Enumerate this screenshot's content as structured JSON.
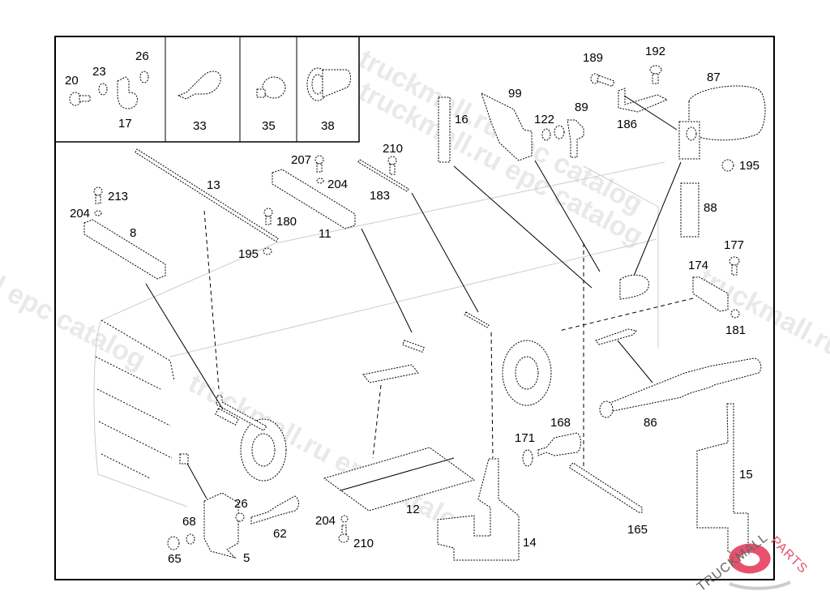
{
  "diagram": {
    "type": "exploded parts diagram",
    "inset_groups": [
      {
        "id": "inset-1",
        "labels": [
          "20",
          "23",
          "26",
          "17"
        ]
      },
      {
        "id": "inset-2",
        "labels": [
          "33"
        ]
      },
      {
        "id": "inset-3",
        "labels": [
          "35"
        ]
      },
      {
        "id": "inset-4",
        "labels": [
          "38"
        ]
      }
    ],
    "callouts": [
      {
        "id": "c20",
        "text": "20"
      },
      {
        "id": "c23",
        "text": "23"
      },
      {
        "id": "c26a",
        "text": "26"
      },
      {
        "id": "c17",
        "text": "17"
      },
      {
        "id": "c33",
        "text": "33"
      },
      {
        "id": "c35",
        "text": "35"
      },
      {
        "id": "c38",
        "text": "38"
      },
      {
        "id": "c13",
        "text": "13"
      },
      {
        "id": "c213",
        "text": "213"
      },
      {
        "id": "c204a",
        "text": "204"
      },
      {
        "id": "c8",
        "text": "8"
      },
      {
        "id": "c195a",
        "text": "195"
      },
      {
        "id": "c180",
        "text": "180"
      },
      {
        "id": "c207",
        "text": "207"
      },
      {
        "id": "c204b",
        "text": "204"
      },
      {
        "id": "c11",
        "text": "11"
      },
      {
        "id": "c210a",
        "text": "210"
      },
      {
        "id": "c183",
        "text": "183"
      },
      {
        "id": "c16",
        "text": "16"
      },
      {
        "id": "c99",
        "text": "99"
      },
      {
        "id": "c122",
        "text": "122"
      },
      {
        "id": "c89",
        "text": "89"
      },
      {
        "id": "c189",
        "text": "189"
      },
      {
        "id": "c192",
        "text": "192"
      },
      {
        "id": "c87",
        "text": "87"
      },
      {
        "id": "c186",
        "text": "186"
      },
      {
        "id": "c195b",
        "text": "195"
      },
      {
        "id": "c88",
        "text": "88"
      },
      {
        "id": "c177",
        "text": "177"
      },
      {
        "id": "c174",
        "text": "174"
      },
      {
        "id": "c181",
        "text": "181"
      },
      {
        "id": "c86",
        "text": "86"
      },
      {
        "id": "c168",
        "text": "168"
      },
      {
        "id": "c171",
        "text": "171"
      },
      {
        "id": "c15",
        "text": "15"
      },
      {
        "id": "c165",
        "text": "165"
      },
      {
        "id": "c14",
        "text": "14"
      },
      {
        "id": "c12",
        "text": "12"
      },
      {
        "id": "c204c",
        "text": "204"
      },
      {
        "id": "c210b",
        "text": "210"
      },
      {
        "id": "c26b",
        "text": "26"
      },
      {
        "id": "c62",
        "text": "62"
      },
      {
        "id": "c68",
        "text": "68"
      },
      {
        "id": "c65",
        "text": "65"
      },
      {
        "id": "c5",
        "text": "5"
      }
    ]
  },
  "watermarks": [
    "truckmall.ru epc catalog",
    "truckmall.ru epc catalog",
    "l epc catalog",
    "truckmall.ru epc catalog",
    "truckmall.ru epc c"
  ],
  "logo": {
    "text_dark": "TRUCKMALL",
    "text_accent": "PARTS",
    "accent_color": "#e8506e",
    "dark_color": "#666666"
  }
}
